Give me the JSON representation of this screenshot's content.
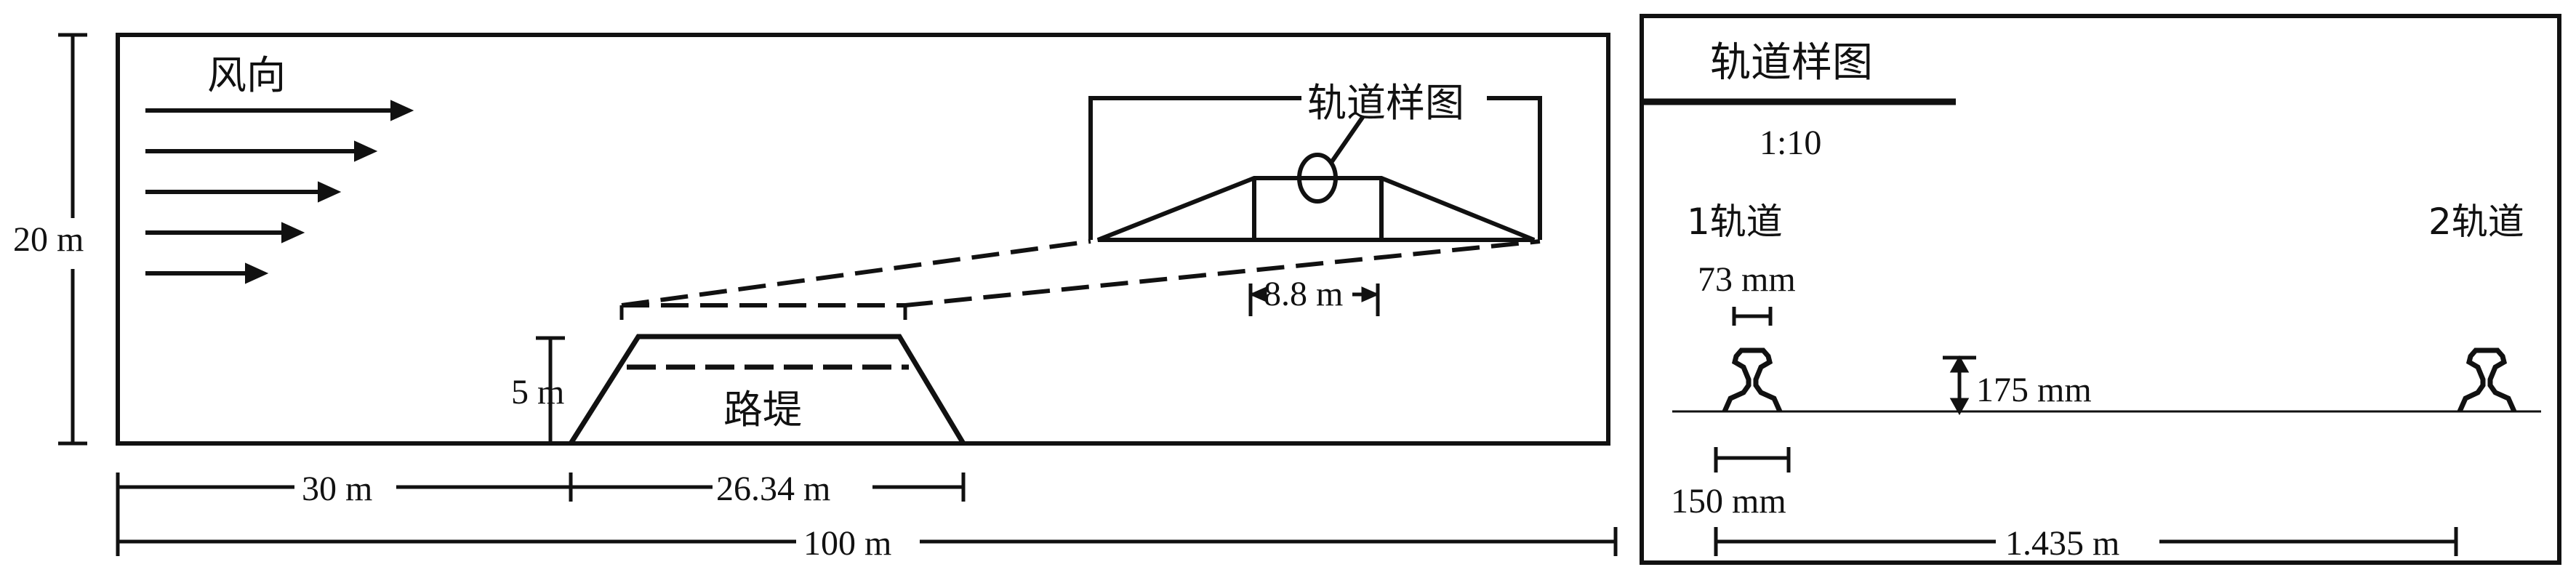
{
  "left_panel": {
    "height_dim": "20 m",
    "wind_label": "风向",
    "embankment_label": "路堤",
    "embankment_height": "5 m",
    "detail_callout": "轨道样图",
    "detail_width": "8.8 m",
    "dim_offset": "30 m",
    "dim_embankment_base": "26.34 m",
    "dim_total": "100 m"
  },
  "right_panel": {
    "title": "轨道样图",
    "scale": "1:10",
    "rail_left_label": "1轨道",
    "rail_right_label": "2轨道",
    "rail_head_width": "73 mm",
    "rail_height": "175 mm",
    "rail_base_width": "150 mm",
    "gauge": "1.435 m"
  }
}
